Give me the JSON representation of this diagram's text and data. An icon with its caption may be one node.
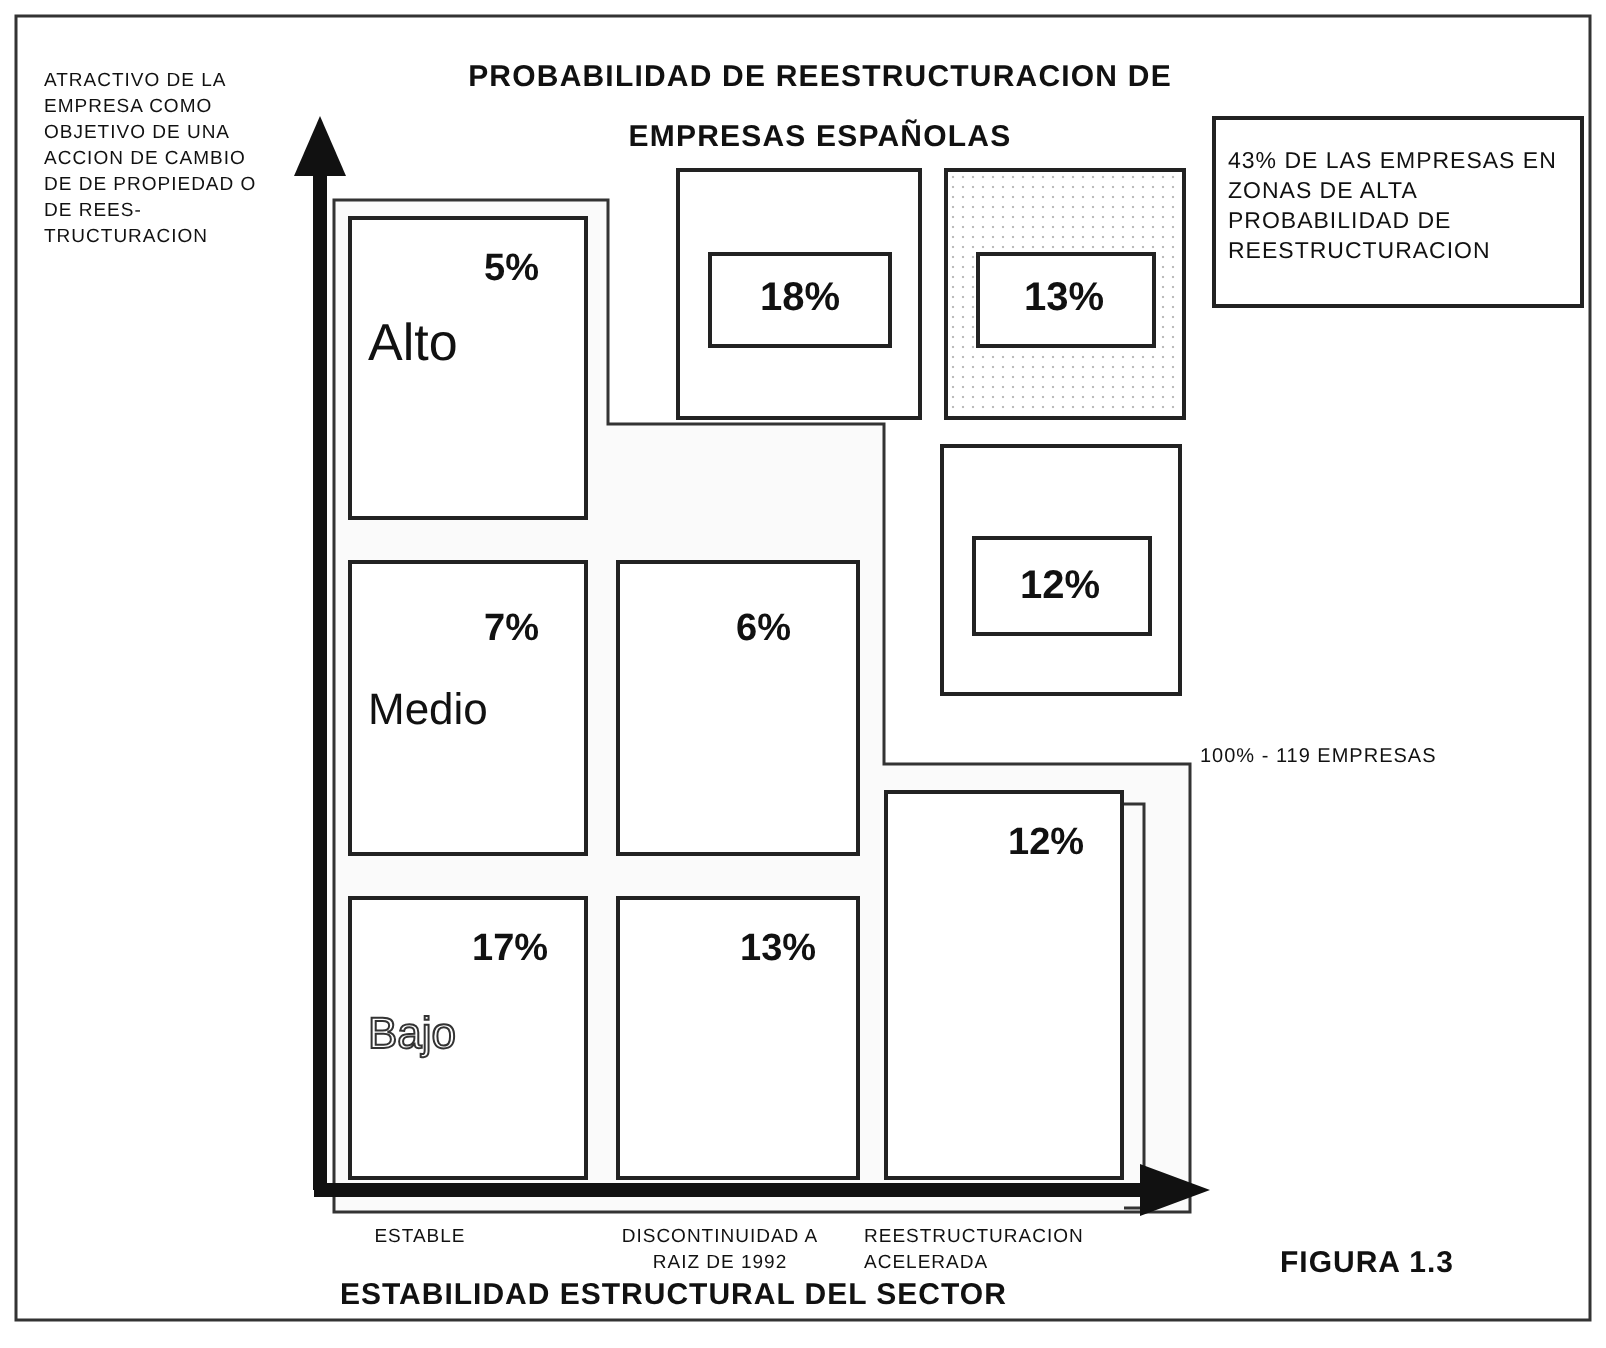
{
  "diagram": {
    "title": "PROBABILIDAD DE REESTRUCTURACION DE EMPRESAS ESPAÑOLAS",
    "nodes": [
      {
        "text": [
          "5%",
          "Alto"
        ]
      },
      {
        "text": [],
        "shape": "box"
      },
      {
        "text": [
          "18%"
        ],
        "in": 1
      },
      {
        "text": [],
        "shape": "box"
      },
      {
        "text": [
          "13%"
        ],
        "in": 3
      },
      {
        "text": [
          "43% DE LAS EMPRESAS EN ZONAS DE ALTA PROBABILIDAD DE REESTRUCTURACION"
        ]
      },
      {
        "text": [
          "7%",
          "Medio"
        ]
      },
      {
        "text": [
          "6%"
        ]
      },
      {
        "text": [],
        "shape": "box"
      },
      {
        "text": [
          "12%"
        ],
        "in": 8
      },
      {
        "text": [
          "17%",
          "Bajo"
        ]
      },
      {
        "text": [
          "13%"
        ]
      },
      {
        "text": [
          "12%"
        ]
      }
    ],
    "edges": [],
    "labels": [
      "ATRACTIVO DE LA EMPRESA COMO OBJETIVO DE UNA ACCION DE CAMBIO DE DE PROPIEDAD O DE REES- TRUCTURACION",
      "100% - 119 EMPRESAS",
      "ESTABLE",
      "DISCONTINUIDAD A RAIZ DE 1992",
      "REESTRUCTURACION ACELERADA",
      "ESTABILIDAD ESTRUCTURAL DEL SECTOR",
      "FIGURA 1.3"
    ]
  }
}
